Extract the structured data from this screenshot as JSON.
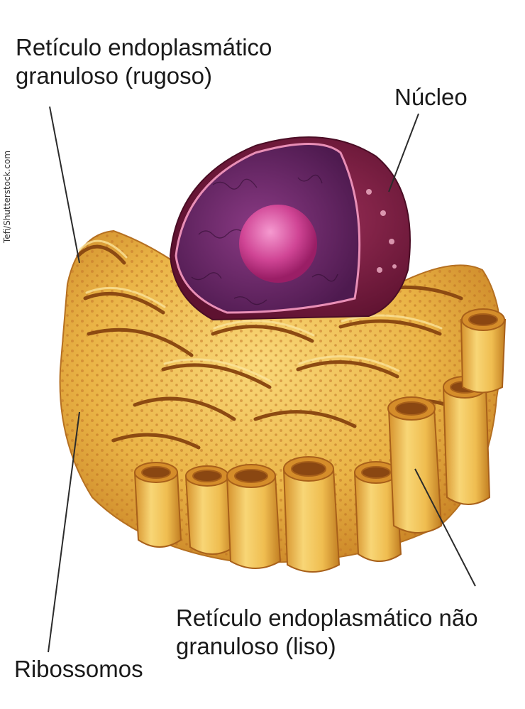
{
  "credit": "Tefi/Shutterstock.com",
  "labels": {
    "rough_er_line1": "Retículo endoplasmático",
    "rough_er_line2": "granuloso (rugoso)",
    "nucleus": "Núcleo",
    "smooth_er_line1": "Retículo endoplasmático não",
    "smooth_er_line2": "granuloso (liso)",
    "ribosomes": "Ribossomos"
  },
  "colors": {
    "er_light": "#f5c963",
    "er_mid": "#e5a935",
    "er_dark": "#a8601a",
    "nucleus_outer": "#7d1d3f",
    "nucleus_inner": "#6a2a6b",
    "nucleolus": "#cf3a8f",
    "leader_line": "#2b2b2b"
  }
}
